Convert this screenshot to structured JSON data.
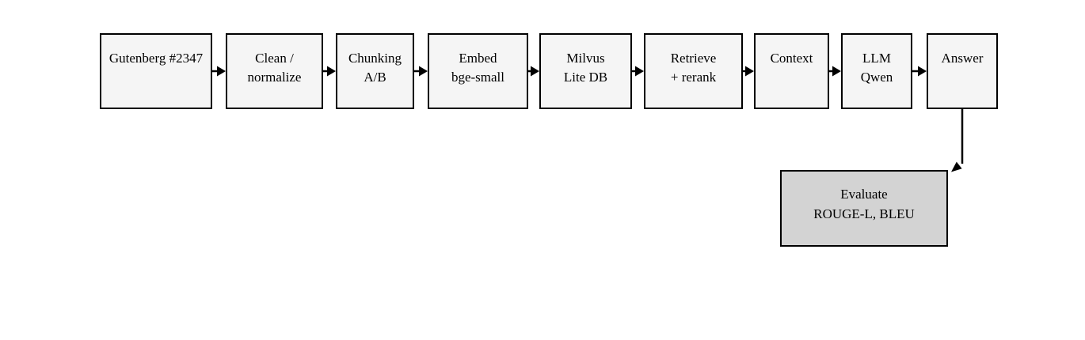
{
  "colors": {
    "background": "#ffffff",
    "node-fill": "#f5f5f5",
    "evaluate-fill": "#d3d3d3",
    "border": "#000000",
    "text": "#000000",
    "arrow": "#000000"
  },
  "diagram": {
    "type": "flowchart",
    "description": "RAG pipeline flowchart",
    "nodes": [
      {
        "id": "source",
        "label": "Gutenberg #2347"
      },
      {
        "id": "clean",
        "label": "Clean /\nnormalize"
      },
      {
        "id": "chunking",
        "label": "Chunking\nA/B"
      },
      {
        "id": "embed",
        "label": "Embed\nbge-small"
      },
      {
        "id": "vectordb",
        "label": "Milvus\nLite DB"
      },
      {
        "id": "retrieve",
        "label": "Retrieve\n+ rerank"
      },
      {
        "id": "context",
        "label": "Context"
      },
      {
        "id": "llm",
        "label": "LLM\nQwen"
      },
      {
        "id": "answer",
        "label": "Answer"
      },
      {
        "id": "evaluate",
        "label": "Evaluate\nROUGE-L, BLEU"
      }
    ],
    "edges": [
      {
        "from": "source",
        "to": "clean"
      },
      {
        "from": "clean",
        "to": "chunking"
      },
      {
        "from": "chunking",
        "to": "embed"
      },
      {
        "from": "embed",
        "to": "vectordb"
      },
      {
        "from": "vectordb",
        "to": "retrieve"
      },
      {
        "from": "retrieve",
        "to": "context"
      },
      {
        "from": "context",
        "to": "llm"
      },
      {
        "from": "llm",
        "to": "answer"
      },
      {
        "from": "answer",
        "to": "evaluate"
      }
    ]
  }
}
